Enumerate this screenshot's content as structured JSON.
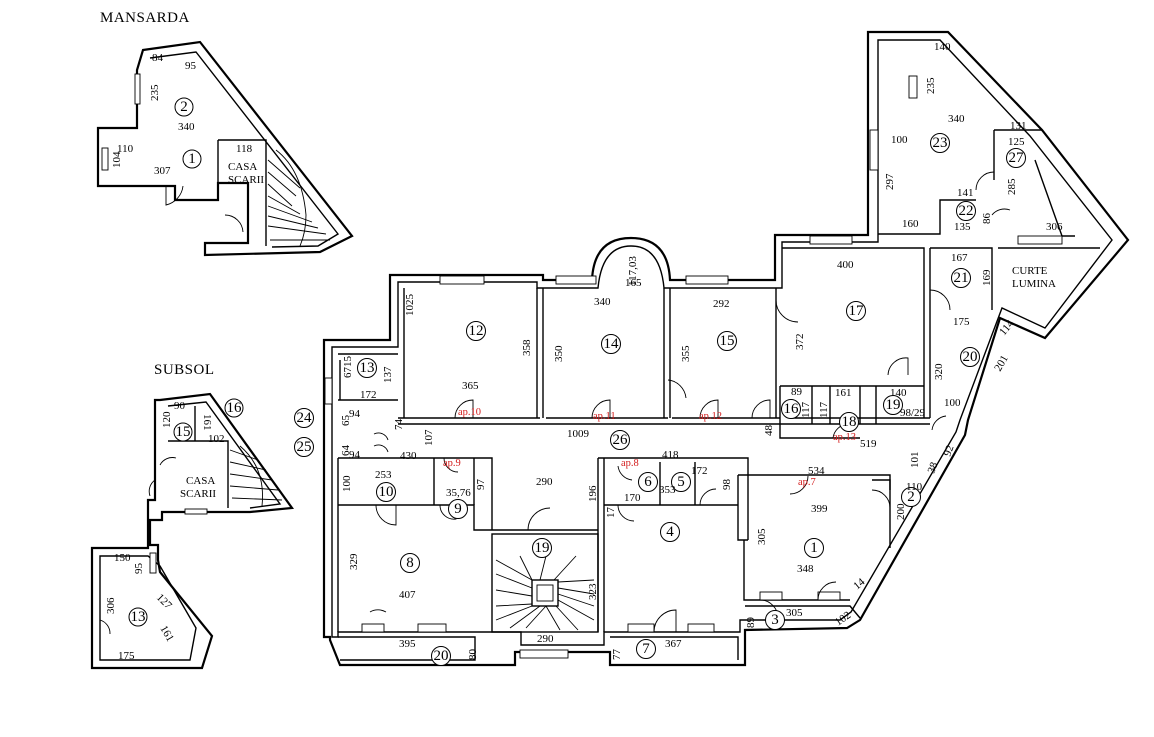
{
  "sections": {
    "mansarda": "MANSARDA",
    "subsol": "SUBSOL"
  },
  "mansarda": {
    "rooms": [
      "1",
      "2"
    ],
    "stair_label": [
      "CASA",
      "SCARII"
    ],
    "dims": [
      "84",
      "95",
      "235",
      "340",
      "110",
      "104",
      "307",
      "118"
    ]
  },
  "subsol": {
    "rooms": [
      "15",
      "16",
      "13"
    ],
    "stair_label": [
      "CASA",
      "SCARII"
    ],
    "dims": [
      "90",
      "120",
      "161",
      "102",
      "150",
      "95",
      "127",
      "306",
      "161",
      "175"
    ]
  },
  "main": {
    "rooms": [
      "12",
      "13",
      "14",
      "15",
      "17",
      "16",
      "18",
      "19",
      "20",
      "21",
      "22",
      "23",
      "27",
      "24",
      "25",
      "26",
      "10",
      "8",
      "9",
      "20",
      "19",
      "6",
      "5",
      "4",
      "7",
      "1",
      "2",
      "3"
    ],
    "court_label": [
      "CURTE",
      "LUMINA"
    ],
    "apartments": [
      "ap.10",
      "ap.11",
      "ap.12",
      "ap.13",
      "ap.9",
      "ap.8",
      "ap.7"
    ],
    "dims": {
      "r12": [
        "1025",
        "358",
        "365"
      ],
      "r13": [
        "6715",
        "137",
        "172"
      ],
      "r14": [
        "117,03",
        "165",
        "340",
        "350"
      ],
      "r15": [
        "292",
        "355"
      ],
      "r17": [
        "400",
        "372"
      ],
      "r16": [
        "89",
        "117"
      ],
      "r18": [
        "161",
        "117"
      ],
      "r19": [
        "140",
        "98/29"
      ],
      "r20": [
        "320",
        "100",
        "201",
        "114",
        "175"
      ],
      "r21": [
        "167",
        "169"
      ],
      "r22": [
        "141",
        "135",
        "86"
      ],
      "r23": [
        "140",
        "235",
        "340",
        "100",
        "297",
        "160"
      ],
      "r27": [
        "131",
        "125",
        "285",
        "306"
      ],
      "corridor": [
        "94",
        "65",
        "74",
        "94",
        "64",
        "430",
        "107",
        "1009",
        "48",
        "519"
      ],
      "r10": [
        "253",
        "100"
      ],
      "r9": [
        "35,76",
        "97"
      ],
      "r8": [
        "329",
        "407"
      ],
      "r20b": [
        "395",
        "80"
      ],
      "r19b": [
        "290",
        "323",
        "290"
      ],
      "r6": [
        "418",
        "170",
        "17"
      ],
      "r5": [
        "172",
        "353",
        "98"
      ],
      "r4": [
        "196"
      ],
      "r7": [
        "77",
        "367"
      ],
      "r1": [
        "534",
        "399",
        "305",
        "348",
        "14"
      ],
      "r2": [
        "110",
        "200"
      ],
      "r3": [
        "89",
        "305",
        "102"
      ],
      "misc": [
        "101",
        "38",
        "92"
      ]
    }
  }
}
